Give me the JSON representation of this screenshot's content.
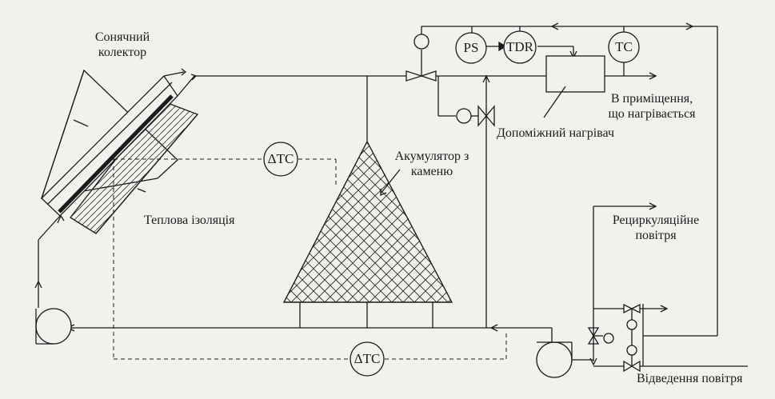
{
  "labels": {
    "collector": [
      "Сонячний",
      "колектор"
    ],
    "storage": [
      "Акумулятор з",
      "каменю"
    ],
    "insulation": "Теплова ізоляція",
    "heated_space": [
      "В приміщення,",
      "що нагрівається"
    ],
    "aux_heater": "Допоміжний нагрівач",
    "recirculated_air": [
      "Рециркуляційне",
      "повітря"
    ],
    "exhaust_air": "Відведення повітря"
  },
  "instruments": {
    "ps": "PS",
    "tdr": "TDR",
    "tc": "TC",
    "dtc_upper": "ΔTC",
    "dtc_lower": "ΔTC"
  }
}
